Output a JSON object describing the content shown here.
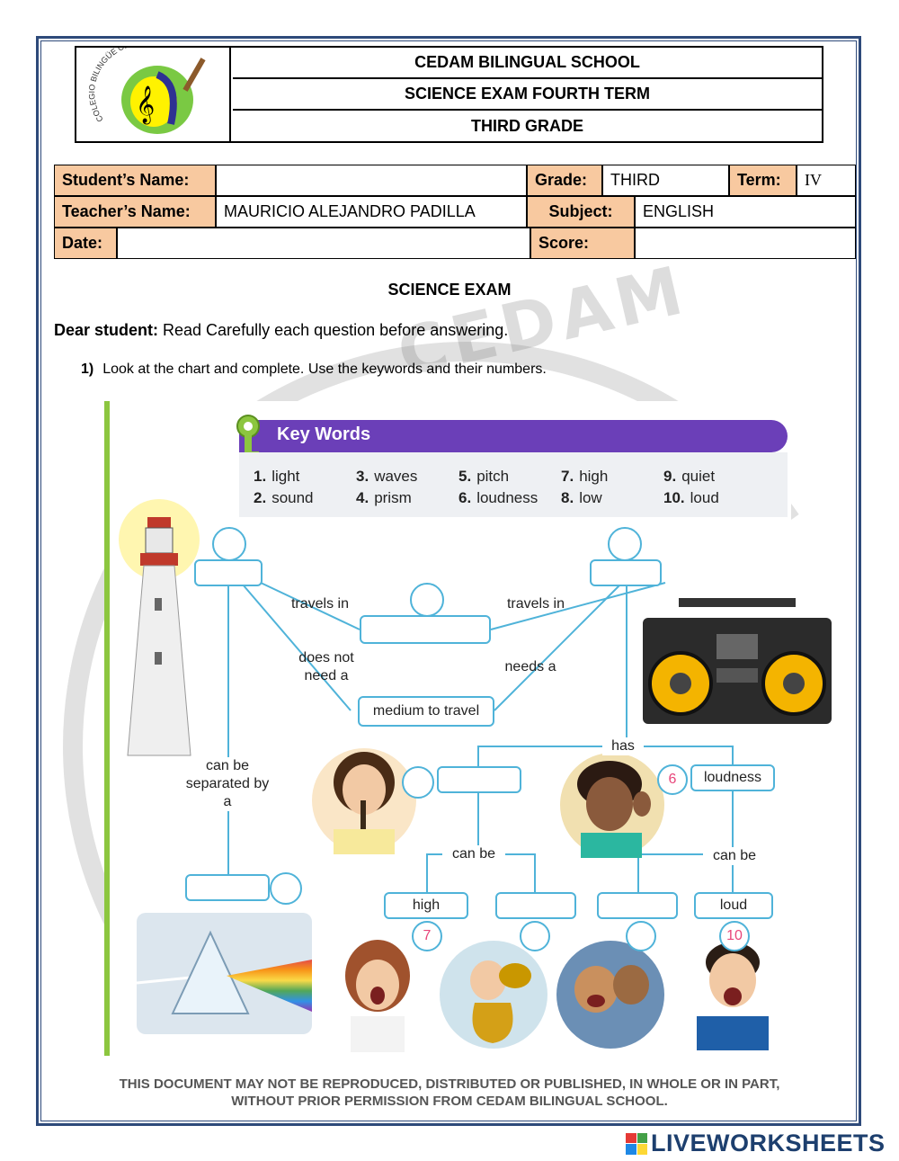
{
  "header": {
    "school": "CEDAM BILINGUAL SCHOOL",
    "exam": "SCIENCE EXAM FOURTH TERM",
    "grade_title": "THIRD GRADE",
    "logo_text": "COLEGIO BILINGÜE CEDAM"
  },
  "info": {
    "student_label": "Student’s Name:",
    "student_value": "",
    "grade_label": "Grade:",
    "grade_value": "THIRD",
    "term_label": "Term:",
    "term_value": "IV",
    "teacher_label": "Teacher’s Name:",
    "teacher_value": "MAURICIO ALEJANDRO PADILLA",
    "subject_label": "Subject:",
    "subject_value": "ENGLISH",
    "date_label": "Date:",
    "date_value": "",
    "score_label": "Score:",
    "score_value": ""
  },
  "exam_title": "SCIENCE EXAM",
  "instructions": {
    "dear_label": "Dear student:",
    "dear_text": " Read Carefully each question before answering."
  },
  "question1": {
    "number": "1)",
    "text": "Look at the chart and complete. Use the keywords and their numbers."
  },
  "key_words": {
    "title": "Key Words",
    "items": [
      {
        "num": "1.",
        "word": "light"
      },
      {
        "num": "2.",
        "word": "sound"
      },
      {
        "num": "3.",
        "word": "waves"
      },
      {
        "num": "4.",
        "word": "prism"
      },
      {
        "num": "5.",
        "word": "pitch"
      },
      {
        "num": "6.",
        "word": "loudness"
      },
      {
        "num": "7.",
        "word": "high"
      },
      {
        "num": "8.",
        "word": "low"
      },
      {
        "num": "9.",
        "word": "quiet"
      },
      {
        "num": "10.",
        "word": "loud"
      }
    ]
  },
  "chart_labels": {
    "travels_in_left": "travels in",
    "travels_in_right": "travels in",
    "does_not_need": "does not need a",
    "needs_a": "needs a",
    "medium": "medium to travel",
    "has": "has",
    "separated": "can be separated by a",
    "can_be_left": "can be",
    "can_be_right": "can be",
    "loudness_box": "loudness",
    "loudness_num": "6",
    "high_box": "high",
    "high_num": "7",
    "loud_box": "loud",
    "loud_num": "10"
  },
  "footer": {
    "line1": "THIS DOCUMENT MAY NOT BE REPRODUCED, DISTRIBUTED OR PUBLISHED, IN WHOLE OR IN PART,",
    "line2": "WITHOUT PRIOR PERMISSION FROM CEDAM BILINGUAL SCHOOL."
  },
  "brand": "LIVEWORKSHEETS",
  "watermark": "CEDAM",
  "colors": {
    "frame": "#2e4a7a",
    "label_fill": "#f8c9a0",
    "banner": "#6b3fb8",
    "connector": "#4fb3d9",
    "number_pink": "#e8457a",
    "green_bar": "#8cc63f"
  }
}
